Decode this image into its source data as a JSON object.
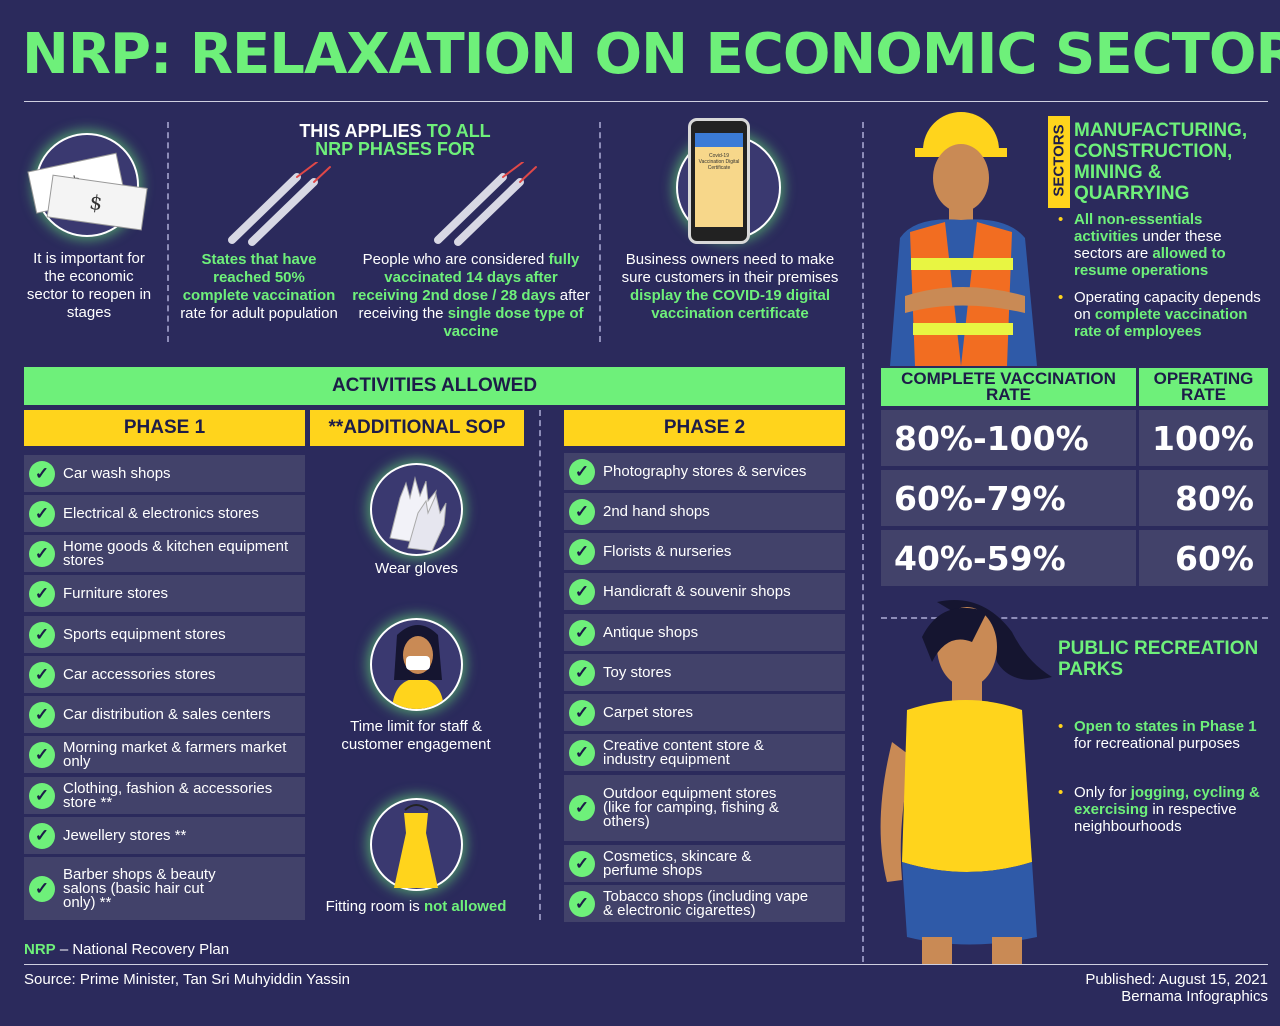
{
  "header": {
    "title": "NRP: RELAXATION ON ECONOMIC SECTORS"
  },
  "intro": {
    "reopen_text": "It is important for the economic sector to reopen in stages",
    "applies_title_a": "THIS APPLIES",
    "applies_title_b": "TO ALL",
    "applies_title_c": "NRP PHASES FOR",
    "states_text_a": "States that have reached 50% complete vaccination",
    "states_text_b": "rate for adult population",
    "people_a": "People who are considered",
    "people_b": "fully vaccinated 14 days after receiving 2nd dose / 28 days",
    "people_c": "after receiving the",
    "people_d": "single dose type of vaccine",
    "owners_a": "Business owners need to make sure customers in their premises",
    "owners_b": "display the COVID-19 digital vaccination certificate",
    "phone_label": "Covid-19 Vaccination Digital Certificate"
  },
  "sectors": {
    "vertical_label": "SECTORS",
    "title": "MANUFACTURING, CONSTRUCTION, MINING & QUARRYING",
    "bullet1_a": "All non-essentials activities",
    "bullet1_b": "under these sectors are",
    "bullet1_c": "allowed to resume operations",
    "bullet2_a": "Operating capacity depends on",
    "bullet2_b": "complete vaccination rate of employees"
  },
  "rates": {
    "head_vacc": "COMPLETE VACCINATION RATE",
    "head_op": "OPERATING RATE",
    "rows": [
      {
        "vacc": "80%-100%",
        "op": "100%"
      },
      {
        "vacc": "60%-79%",
        "op": "80%"
      },
      {
        "vacc": "40%-59%",
        "op": "60%"
      }
    ]
  },
  "activities": {
    "title": "ACTIVITIES ALLOWED",
    "phase1_title": "PHASE 1",
    "sop_title": "**ADDITIONAL SOP",
    "phase2_title": "PHASE 2",
    "phase1": [
      "Car wash shops",
      "Electrical & electronics stores",
      "Home goods & kitchen equipment stores",
      "Furniture stores",
      "Sports equipment stores",
      "Car accessories stores",
      "Car distribution & sales centers",
      "Morning market & farmers market only",
      "Clothing, fashion & accessories store **",
      "Jewellery stores **",
      "Barber shops & beauty salons (basic hair cut only) **"
    ],
    "phase2": [
      "Photography stores & services",
      "2nd hand shops",
      "Florists & nurseries",
      "Handicraft & souvenir shops",
      "Antique shops",
      "Toy stores",
      "Carpet stores",
      "Creative content store & industry equipment",
      "Outdoor equipment stores (like for camping, fishing & others)",
      "Cosmetics, skincare & perfume shops",
      "Tobacco shops (including vape & electronic cigarettes)"
    ],
    "sop_gloves": "Wear gloves",
    "sop_time": "Time limit for staff & customer engagement",
    "sop_fitting_a": "Fitting room is",
    "sop_fitting_b": "not allowed"
  },
  "parks": {
    "title": "PUBLIC RECREATION PARKS",
    "bullet1_a": "Open to states in Phase 1",
    "bullet1_b": "for recreational purposes",
    "bullet2_a": "Only for",
    "bullet2_b": "jogging, cycling & exercising",
    "bullet2_c": "in respective neighbourhoods"
  },
  "footer": {
    "nrp_abbr": "NRP",
    "nrp_def": "– National Recovery Plan",
    "source": "Source: Prime Minister, Tan Sri Muhyiddin Yassin",
    "published": "Published: August 15, 2021",
    "credit": "Bernama Infographics"
  },
  "colors": {
    "background": "#2b2a5c",
    "accent_green": "#6ef07a",
    "accent_yellow": "#ffd41c",
    "row_bg": "#42426a"
  }
}
